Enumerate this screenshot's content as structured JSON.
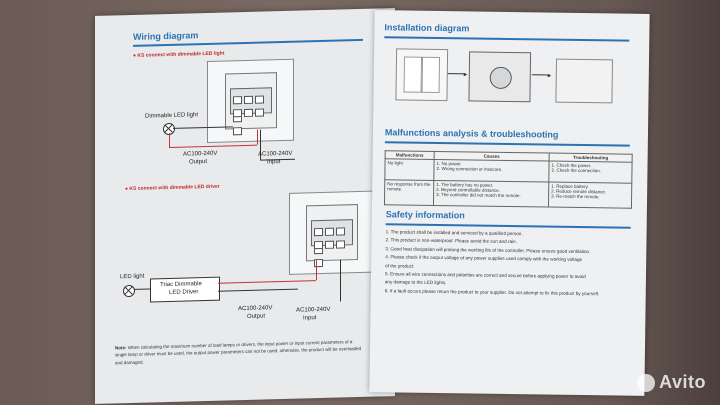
{
  "left_page": {
    "title": "Wiring diagram",
    "section1_title": "● KS connect with dimmable LED light",
    "section1": {
      "lamp_label": "Dimmable LED light",
      "output_label_1": "AC100-240V",
      "output_label_2": "Output",
      "input_label_1": "AC100-240V",
      "input_label_2": "Input"
    },
    "section2_title": "● KS connect with dimmable LED driver",
    "section2": {
      "lamp_label": "LED light",
      "driver_label_1": "Triac Dimmable",
      "driver_label_2": "LED Driver",
      "output_label_1": "AC100-240V",
      "output_label_2": "Output",
      "input_label_1": "AC100-240V",
      "input_label_2": "Input"
    },
    "note_label": "Note:",
    "note": "When calculating the maximum number of load lamps or drivers, the input power or input current parameters of a single lamp or driver must be used, the output power parameters can not be used, otherwise, the product will be overloaded and damaged."
  },
  "right_page": {
    "installation_title": "Installation diagram",
    "malfunctions_title": "Malfunctions analysis & troubleshooting",
    "table": {
      "headers": [
        "Malfunctions",
        "Causes",
        "Troubleshooting"
      ],
      "rows": [
        {
          "malfunction": "No light",
          "causes": [
            "1. No power.",
            "2. Wrong connection or insecure."
          ],
          "fixes": [
            "1. Check the power.",
            "2. Check the connection."
          ]
        },
        {
          "malfunction": "No response from the remote",
          "causes": [
            "1. The battery has no power.",
            "2. Beyond controllable distance.",
            "3. The controller did not match the remote."
          ],
          "fixes": [
            "1. Replace battery.",
            "2. Reduce remote distance.",
            "3. Re-match the remote."
          ]
        }
      ]
    },
    "safety_title": "Safety information",
    "safety_items": [
      "1. The product shall be installed and serviced by a qualified person.",
      "2. This product is non-waterproof. Please avoid the sun and rain.",
      "3. Good heat dissipation will prolong the working life of the controller. Please ensure good ventilation.",
      "4. Please check if the output voltage of any power supplies used comply with the working voltage",
      "   of the product.",
      "5. Ensure all wire connections and polarities are correct and secure before applying power to avoid",
      "   any damage to the LED lights.",
      "6. If a fault occurs please return the product to your supplier. Do not attempt to fix this product by yourself."
    ]
  },
  "watermark": "Avito",
  "colors": {
    "accent_blue": "#2b73b3",
    "accent_red": "#c0282b",
    "paper": "#e8eaec"
  }
}
